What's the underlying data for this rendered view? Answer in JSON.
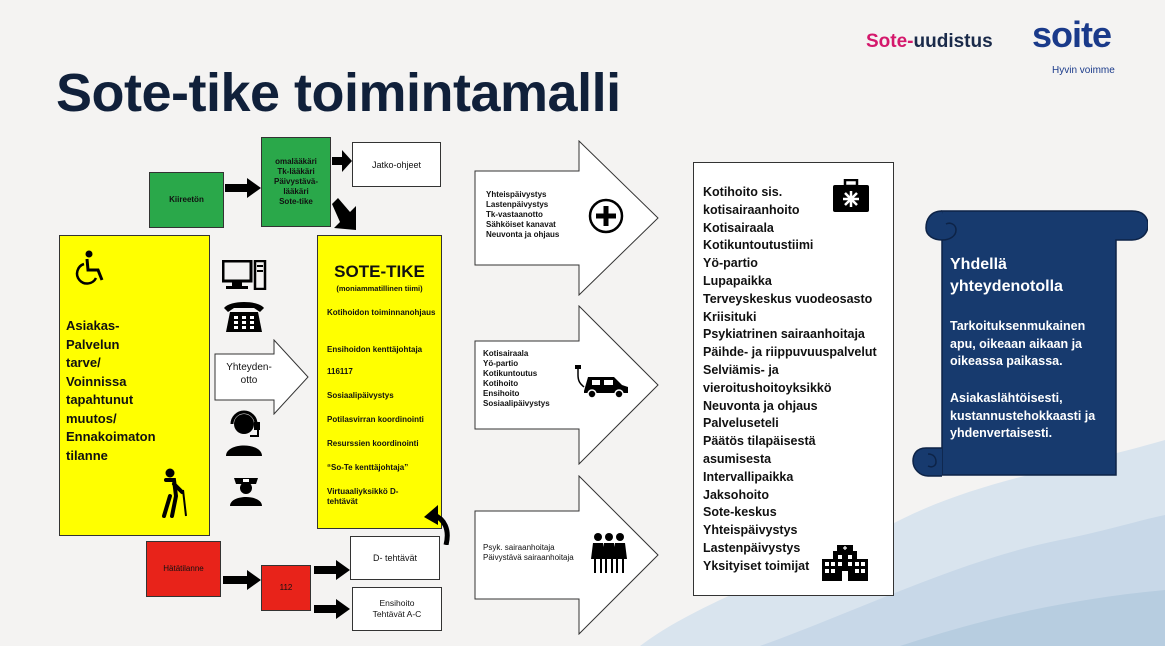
{
  "header": {
    "title": "Sote-tike toimintamalli",
    "brand_part1": "Sote-",
    "brand_part2": "uudistus",
    "logo": "soite",
    "logo_tagline": "Hyvin voimme"
  },
  "left_panel": {
    "lines": [
      "Asiakas-",
      "Palvelun",
      "tarve/",
      "Voinnissa",
      "tapahtunut",
      "muutos/",
      "Ennakoimaton",
      "tilanne"
    ],
    "icons": [
      "wheelchair-icon",
      "elderly-person-icon"
    ]
  },
  "contact_icons": [
    "computer-icon",
    "telephone-icon",
    "headset-operator-icon",
    "police-officer-icon"
  ],
  "contact_arrow_label": "Yhteyden-otto",
  "non_urgent": {
    "label": "Kiireetön",
    "box_lines": [
      "omalääkäri",
      "Tk-lääkäri",
      "Päivystävä-",
      "lääkäri",
      "Sote-tike"
    ],
    "result": "Jatko-ohjeet"
  },
  "sote_tike": {
    "title": "SOTE-TIKE",
    "subtitle": "(moniammatillinen tiimi)",
    "items": [
      "Kotihoidon toiminnanohjaus",
      "Ensihoidon kenttäjohtaja",
      "116117",
      "Sosiaalipäivystys",
      "Potilasvirran koordinointi",
      "Resurssien koordinointi",
      "“So-Te kenttäjohtaja”",
      "Virtuaaliyksikkö D-tehtävät"
    ]
  },
  "emergency": {
    "label": "Hätätilanne",
    "number": "112",
    "d_tasks": "D- tehtävät",
    "ensihoito_lines": [
      "Ensihoito",
      "Tehtävät A-C"
    ]
  },
  "big_arrows": [
    {
      "lines": [
        "Yhteispäivystys",
        "Lastenpäivystys",
        "Tk-vastaanotto",
        "Sähköiset kanavat",
        "Neuvonta ja ohjaus"
      ],
      "icon": "medical-plus-icon"
    },
    {
      "lines": [
        "Kotisairaala",
        "Yö-partio",
        "Kotikuntoutus",
        "Kotihoito",
        "Ensihoito",
        "Sosiaalipäivystys"
      ],
      "icon": "electric-car-icon"
    },
    {
      "lines": [
        "Psyk. sairaanhoitaja",
        "Päivystävä sairaanhoitaja"
      ],
      "icon": "nurses-icon"
    }
  ],
  "services": {
    "items": [
      "Kotihoito sis.",
      "kotisairaanhoito",
      "Kotisairaala",
      "Kotikuntoutustiimi",
      "Yö-partio",
      "Lupapaikka",
      "Terveyskeskus vuodeosasto",
      "Kriisituki",
      "Psykiatrinen sairaanhoitaja",
      "Päihde- ja riippuvuuspalvelut",
      "Selviämis- ja",
      "vieroitushoitoyksikkö",
      "Neuvonta ja ohjaus",
      "Palveluseteli",
      "Päätös tilapäisestä",
      "asumisesta",
      "Intervallipaikka",
      "Jaksohoito",
      "Sote-keskus",
      "Yhteispäivystys",
      "Lastenpäivystys",
      "Yksityiset toimijat"
    ],
    "icons": [
      "first-aid-kit-icon",
      "hospital-icon"
    ]
  },
  "scroll": {
    "title_lines": [
      "Yhdellä",
      "yhteydenotolla"
    ],
    "p1_lines": [
      "Tarkoituksenmukainen",
      "apu, oikeaan aikaan ja",
      "oikeassa paikassa."
    ],
    "p2_lines": [
      "Asiakaslähtöisesti,",
      "kustannustehokkaasti ja",
      "yhdenvertaisesti."
    ]
  },
  "colors": {
    "yellow": "#ffff00",
    "green": "#2aa84a",
    "red": "#e8231a",
    "navy": "#173a6e",
    "title": "#10203a",
    "pink": "#d4186c"
  }
}
